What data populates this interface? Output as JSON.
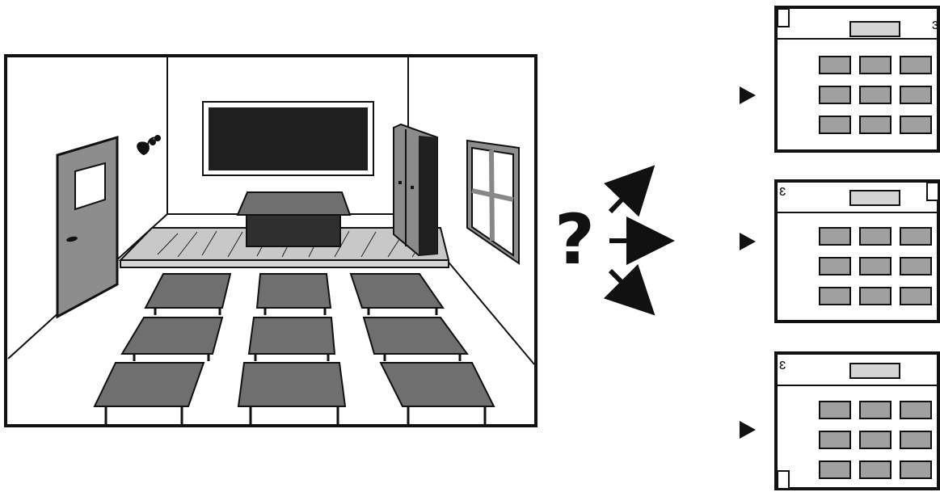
{
  "diagram": {
    "center_symbol": "?",
    "colors": {
      "stroke": "#111111",
      "wall_fill": "#ffffff",
      "floor_platform": "#c8c8c8",
      "desk_gray": "#6f6f6f",
      "light_gray": "#d4d4d4",
      "dark_board": "#1f1f1f"
    },
    "scene": {
      "icons": [
        "door-icon",
        "coat-hook-icon",
        "blackboard-icon",
        "teacher-desk-icon",
        "cabinet-icon",
        "window-icon",
        "student-desk-icon"
      ],
      "student_desk_rows": 3,
      "student_desk_columns": 3
    },
    "layouts": [
      {
        "name": "layout-option-top",
        "door_position": "top-left",
        "pointer_icon": "play-triangle-icon"
      },
      {
        "name": "layout-option-middle",
        "door_position": "top-right",
        "pointer_icon": "play-triangle-icon"
      },
      {
        "name": "layout-option-bottom",
        "door_position": "bottom-left",
        "pointer_icon": "play-triangle-icon"
      }
    ],
    "arrows": [
      "arrow-up-right-icon",
      "arrow-right-icon",
      "arrow-down-right-icon"
    ]
  }
}
